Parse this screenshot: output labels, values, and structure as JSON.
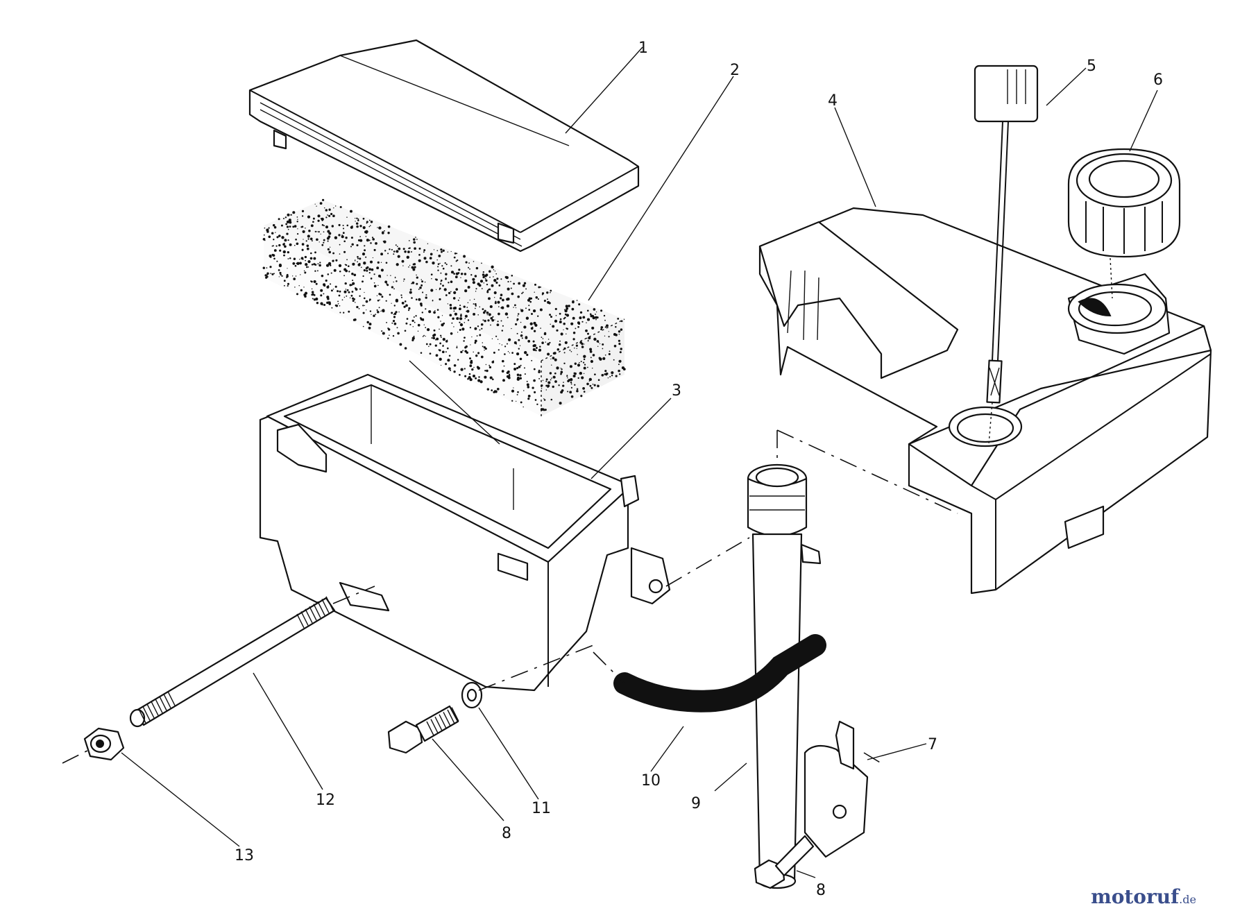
{
  "diagram": {
    "callouts": {
      "c1": "1",
      "c2": "2",
      "c3": "3",
      "c4": "4",
      "c5": "5",
      "c6": "6",
      "c7": "7",
      "c8a": "8",
      "c8b": "8",
      "c9": "9",
      "c10": "10",
      "c11": "11",
      "c12": "12",
      "c13": "13"
    }
  },
  "watermark": {
    "text_main": "motoruf",
    "text_suffix": ".de",
    "color_main": "#3a4e8c",
    "color_dot": "#d6a11c"
  }
}
